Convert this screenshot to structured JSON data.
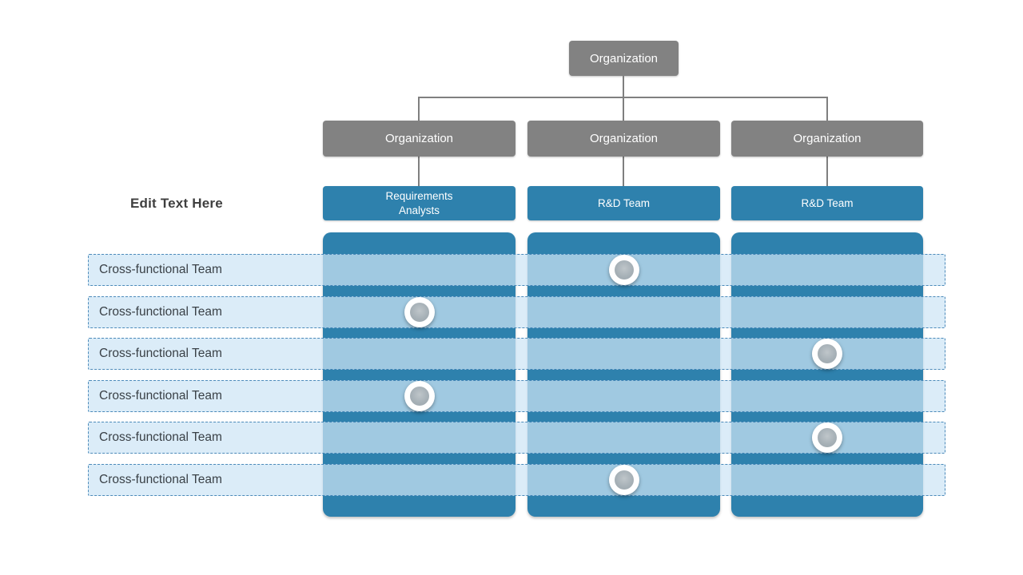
{
  "colors": {
    "node_gray": "#828282",
    "accent_blue": "#2E81AD",
    "row_fill": "#CDE4F5",
    "row_border": "#347AB0",
    "connector_gray": "#7F7F7F",
    "text_dark": "#3A4147",
    "marker_inner": "#A7B1B7"
  },
  "edit_text": {
    "label": "Edit Text Here"
  },
  "org_chart": {
    "root": {
      "label": "Organization"
    },
    "branches": [
      {
        "label": "Organization",
        "team_label": "Requirements\nAnalysts"
      },
      {
        "label": "Organization",
        "team_label": "R&D Team"
      },
      {
        "label": "Organization",
        "team_label": "R&D Team"
      }
    ]
  },
  "matrix": {
    "rows": [
      {
        "label": "Cross-functional Team"
      },
      {
        "label": "Cross-functional Team"
      },
      {
        "label": "Cross-functional Team"
      },
      {
        "label": "Cross-functional Team"
      },
      {
        "label": "Cross-functional Team"
      },
      {
        "label": "Cross-functional Team"
      }
    ],
    "markers": [
      {
        "row": 0,
        "col": 1
      },
      {
        "row": 1,
        "col": 0
      },
      {
        "row": 2,
        "col": 2
      },
      {
        "row": 3,
        "col": 0
      },
      {
        "row": 4,
        "col": 2
      },
      {
        "row": 5,
        "col": 1
      }
    ]
  }
}
